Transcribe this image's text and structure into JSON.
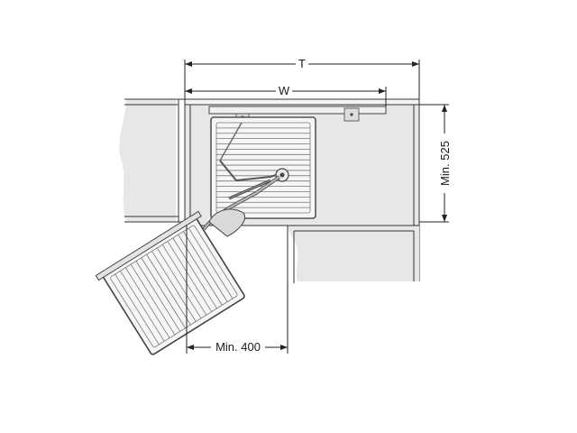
{
  "dimensions": {
    "total_width_label": "T",
    "unit_width_label": "W",
    "min_depth_label": "Min. 525",
    "min_opening_label": "Min. 400"
  },
  "colors": {
    "cabinet_fill": "#e7e7e7",
    "line": "#333333",
    "basket_wire": "#777777",
    "dimension_line": "#222222"
  }
}
